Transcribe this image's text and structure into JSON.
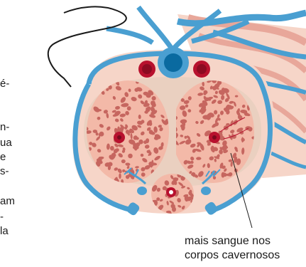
{
  "left_text_fragments": [
    "é-",
    "n-",
    "ua",
    "e",
    "s-",
    "am",
    "-",
    "la"
  ],
  "annotation": {
    "line1": "mais sangue nos",
    "line2": "corpos cavernosos"
  },
  "colors": {
    "vein_blue": "#4a9fd1",
    "vein_dark": "#0a6aa0",
    "tissue_pink": "#f3b9a8",
    "tissue_dark": "#d98f80",
    "spongy_dot": "#c6665f",
    "artery_red": "#b8112e",
    "skin": "#f6d5c8",
    "outline": "#1a1a1a"
  }
}
